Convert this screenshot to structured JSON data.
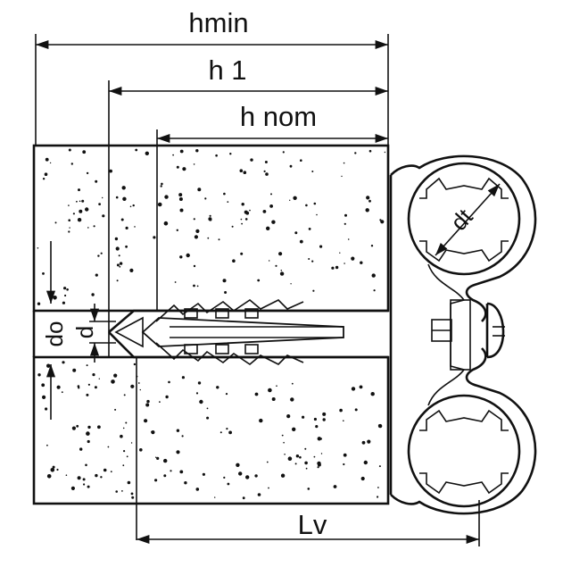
{
  "labels": {
    "hmin": "hmin",
    "h1": "h 1",
    "hnom": "h nom",
    "lv": "Lv",
    "do": "do",
    "d": "d",
    "dt": "dt"
  },
  "colors": {
    "ink": "#111111",
    "concrete": "#ffffff"
  },
  "icons": [
    "concrete-block",
    "wall-plug-anchor",
    "double-pipe-clamp",
    "clamp-screw"
  ]
}
